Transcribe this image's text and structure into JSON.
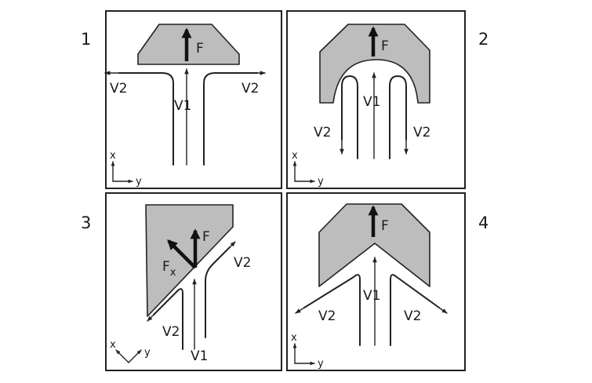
{
  "panels": [
    {
      "number": "1",
      "force": "F",
      "v1": "V1",
      "v2_left": "V2",
      "v2_right": "V2",
      "axis_x": "x",
      "axis_y": "y"
    },
    {
      "number": "2",
      "force": "F",
      "v1": "V1",
      "v2_left": "V2",
      "v2_right": "V2",
      "axis_x": "x",
      "axis_y": "y"
    },
    {
      "number": "3",
      "force": "F",
      "force_x": "F",
      "force_x_sub": "x",
      "v1": "V1",
      "v2_left": "V2",
      "v2_right": "V2",
      "axis_x": "x",
      "axis_y": "y"
    },
    {
      "number": "4",
      "force": "F",
      "v1": "V1",
      "v2_left": "V2",
      "v2_right": "V2",
      "axis_x": "x",
      "axis_y": "y"
    }
  ],
  "colors": {
    "object_fill": "#bdbdbd",
    "line": "#222222",
    "frame": "#222222"
  }
}
